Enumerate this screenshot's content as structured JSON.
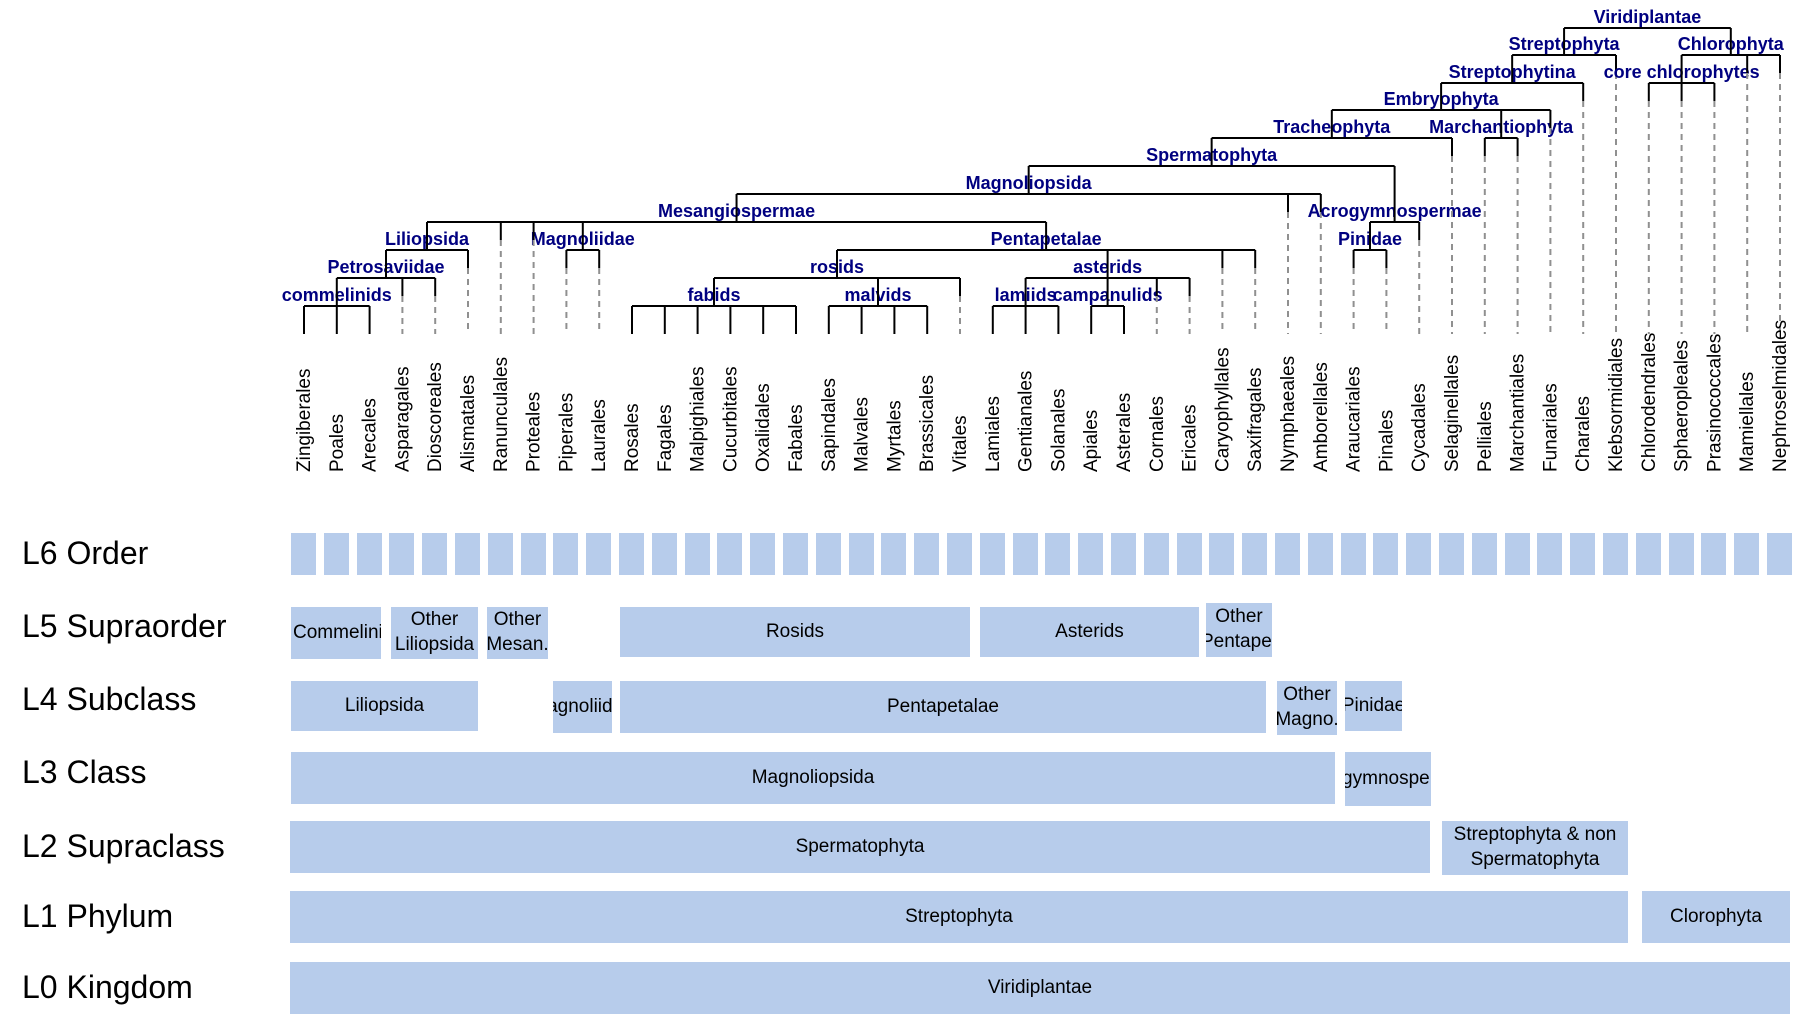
{
  "colors": {
    "box_fill": "#b7cceb",
    "clade_label": "#000080",
    "tree_line": "#000000",
    "dashed_line": "#909090"
  },
  "clade_labels": [
    "Viridiplantae",
    "Streptophyta",
    "Chlorophyta",
    "Streptophytina",
    "core chlorophytes",
    "Embryophyta",
    "Tracheophyta",
    "Marchantiophyta",
    "Spermatophyta",
    "Magnoliopsida",
    "Acrogymnospermae",
    "Mesangiospermae",
    "Pinidae",
    "Liliopsida",
    "Magnoliidae",
    "Pentapetalae",
    "Petrosaviidae",
    "rosids",
    "asterids",
    "commelinids",
    "fabids",
    "malvids",
    "lamiids",
    "campanulids"
  ],
  "orders": [
    "Zingiberales",
    "Poales",
    "Arecales",
    "Asparagales",
    "Dioscoreales",
    "Alismatales",
    "Ranunculales",
    "Proteales",
    "Piperales",
    "Laurales",
    "Rosales",
    "Fagales",
    "Malpighiales",
    "Cucurbitales",
    "Oxalidales",
    "Fabales",
    "Sapindales",
    "Malvales",
    "Myrtales",
    "Brassicales",
    "Vitales",
    "Lamiales",
    "Gentianales",
    "Solanales",
    "Apiales",
    "Asterales",
    "Cornales",
    "Ericales",
    "Caryophyllales",
    "Saxifragales",
    "Nymphaeales",
    "Amborellales",
    "Araucariales",
    "Pinales",
    "Cycadales",
    "Selaginellales",
    "Pelliales",
    "Marchantiales",
    "Funariales",
    "Charales",
    "Klebsormidiales",
    "Chlorodendrales",
    "Sphaeropleales",
    "Prasinococcales",
    "Mamiellales",
    "Nephroselmidales"
  ],
  "levels": [
    "L6 Order",
    "L5 Supraorder",
    "L4 Subclass",
    "L3 Class",
    "L2 Supraclass",
    "L1 Phylum",
    "L0 Kingdom"
  ],
  "boxes": {
    "l5": [
      "Commelinids",
      "Other Liliopsida",
      "Other Mesan.",
      "Rosids",
      "Asterids",
      "Other Pentapet"
    ],
    "l4": [
      "Liliopsida",
      "Magnoliidae",
      "Pentapetalae",
      "Other Magno.",
      "Pinidae"
    ],
    "l3": [
      "Magnoliopsida",
      "Acrogymnospermae"
    ],
    "l2": [
      "Spermatophyta",
      "Streptophyta & non Spermatophyta"
    ],
    "l1": [
      "Streptophyta",
      "Clorophyta"
    ],
    "l0": [
      "Viridiplantae"
    ]
  }
}
